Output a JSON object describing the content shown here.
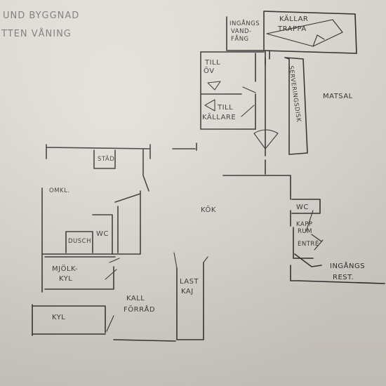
{
  "title": {
    "line1": "UND BYGGNAD",
    "line2": "TTEN VÅNING"
  },
  "labels": {
    "ingangs_vindfang": [
      "INGÅNGS",
      "VAND-",
      "FÅNG"
    ],
    "kallartrappa": [
      "KÄLLAR",
      "TRAPPA"
    ],
    "till_ov": [
      "TILL",
      "ÖV"
    ],
    "till_kallare": [
      "TILL",
      "KÄLLARE"
    ],
    "serveringsdisk": "SERVERINGSDISK",
    "matsal": "MATSAL",
    "stad": "STÄD",
    "omkl": "OMKL.",
    "kok": "KÖK",
    "wc_right": "WC",
    "kapprum": [
      "KAPP",
      "RUM"
    ],
    "entre": "ENTRÉ",
    "ingangs_rest": [
      "INGÅNGS",
      "REST."
    ],
    "dusch": "DUSCH",
    "wc_left": "WC",
    "mjolkkyl": [
      "MJÖLK-",
      "KYL"
    ],
    "kallforrad": [
      "KALL",
      "FÖRRÅD"
    ],
    "lastkaj": [
      "LAST",
      "KAJ"
    ],
    "kyl": "KYL"
  }
}
